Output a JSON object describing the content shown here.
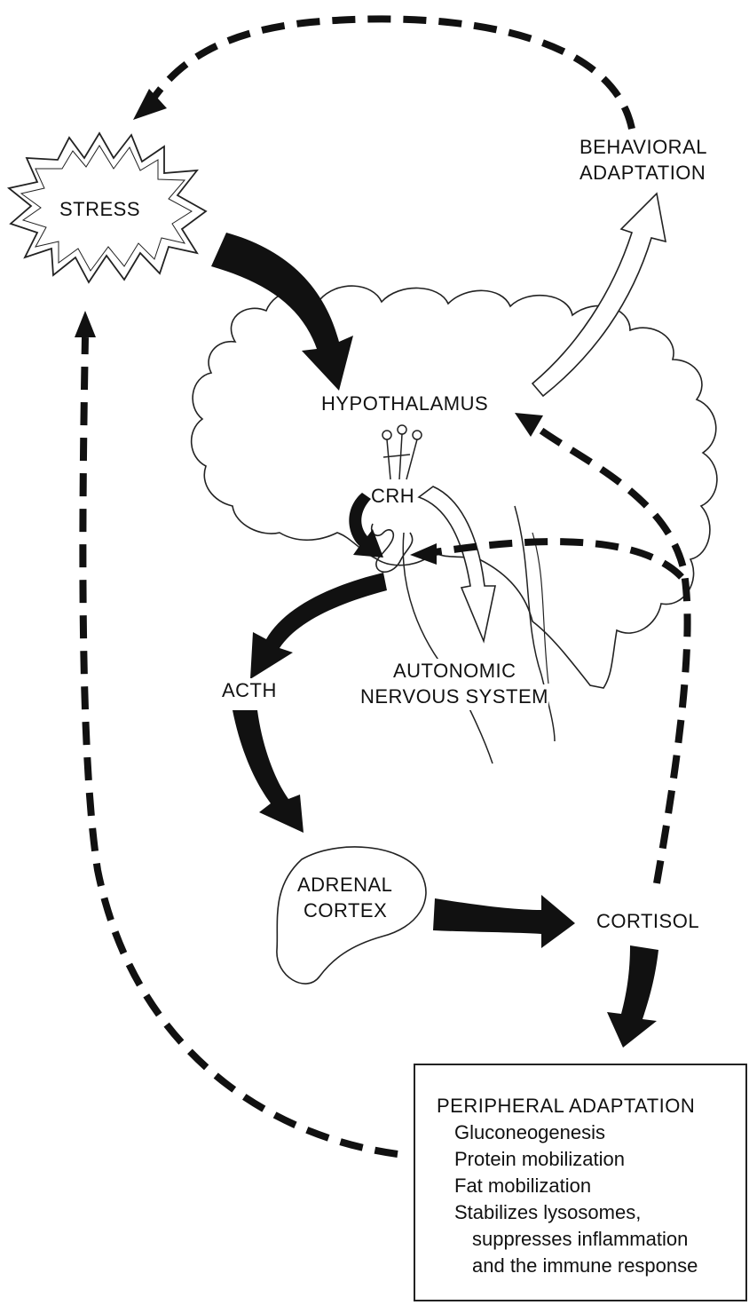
{
  "labels": {
    "stress": "STRESS",
    "behavioral_line1": "BEHAVIORAL",
    "behavioral_line2": "ADAPTATION",
    "hypothalamus": "HYPOTHALAMUS",
    "crh": "CRH",
    "acth": "ACTH",
    "autonomic_line1": "AUTONOMIC",
    "autonomic_line2": "NERVOUS SYSTEM",
    "adrenal_line1": "ADRENAL",
    "adrenal_line2": "CORTEX",
    "cortisol": "CORTISOL"
  },
  "peripheral": {
    "title": "PERIPHERAL ADAPTATION",
    "items": [
      "Gluconeogenesis",
      "Protein mobilization",
      "Fat mobilization",
      "Stabilizes lysosomes,",
      "suppresses inflammation",
      "and the immune response"
    ]
  },
  "colors": {
    "ink": "#111111",
    "background": "#ffffff"
  }
}
